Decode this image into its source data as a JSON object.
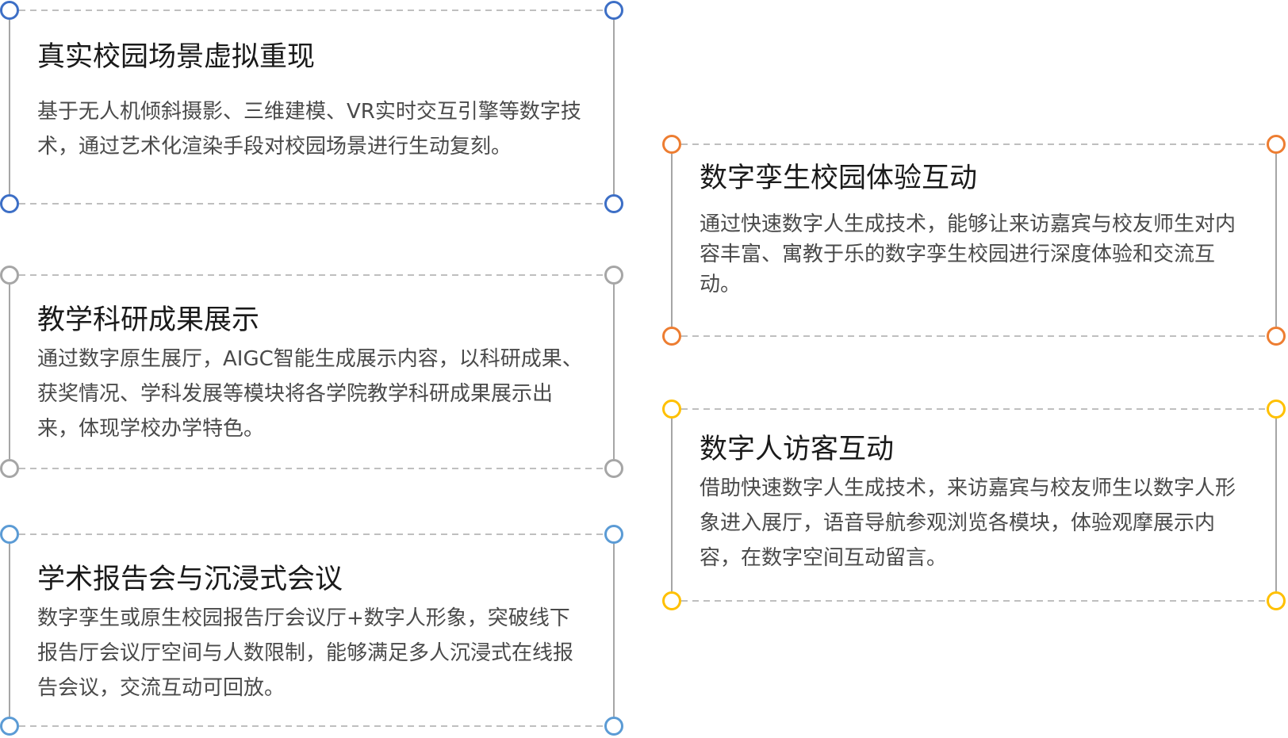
{
  "cards": [
    {
      "id": "card-1",
      "title": "真实校园场景虚拟重现",
      "desc": "基于无人机倾斜摄影、三维建模、VR实时交互引擎等数字技术，通过艺术化渲染手段对校园场景进行生动复刻。",
      "handle_color": "#3d6fc6",
      "dash_color": "#bfbfbf"
    },
    {
      "id": "card-2",
      "title": "教学科研成果展示",
      "desc": "通过数字原生展厅，AIGC智能生成展示内容，以科研成果、获奖情况、学科发展等模块将各学院教学科研成果展示出来，体现学校办学特色。",
      "handle_color": "#a6a6a6",
      "dash_color": "#bfbfbf"
    },
    {
      "id": "card-3",
      "title": "学术报告会与沉浸式会议",
      "desc": "数字孪生或原生校园报告厅会议厅+数字人形象，突破线下报告厅会议厅空间与人数限制，能够满足多人沉浸式在线报告会议，交流互动可回放。",
      "handle_color": "#5b9bd5",
      "dash_color": "#bfbfbf"
    },
    {
      "id": "card-4",
      "title": "数字孪生校园体验互动",
      "desc": "通过快速数字人生成技术，能够让来访嘉宾与校友师生对内容丰富、寓教于乐的数字孪生校园进行深度体验和交流互动。",
      "handle_color": "#ed7d31",
      "dash_color": "#bfbfbf"
    },
    {
      "id": "card-5",
      "title": "数字人访客互动",
      "desc": "借助快速数字人生成技术，来访嘉宾与校友师生以数字人形象进入展厅，语音导航参观浏览各模块，体验观摩展示内容，在数字空间互动留言。",
      "handle_color": "#ffc000",
      "dash_color": "#bfbfbf"
    }
  ]
}
